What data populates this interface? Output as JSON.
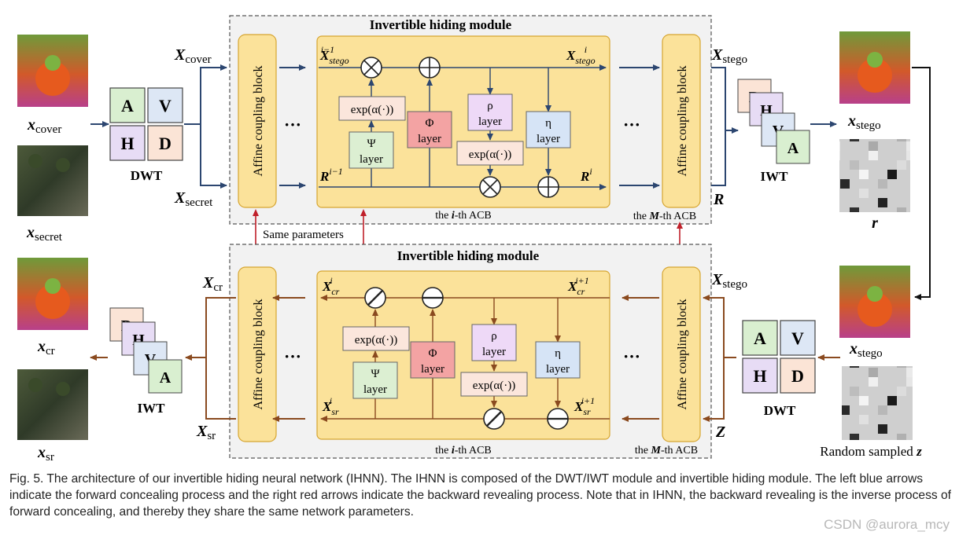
{
  "module_title": "Invertible hiding module",
  "acb_label": "Affine coupling block",
  "ellipsis": "···",
  "same_parameters": "Same parameters",
  "forward": {
    "input_cover_label": "X",
    "input_cover_sub": "cover",
    "input_secret_label": "X",
    "input_secret_sub": "secret",
    "image_cover_label": "x",
    "image_cover_sub": "cover",
    "image_secret_label": "x",
    "image_secret_sub": "secret",
    "dwt_caption": "DWT",
    "subbands": [
      "A",
      "V",
      "H",
      "D"
    ],
    "acb_i_caption_pre": "the ",
    "acb_i_caption_i": "i",
    "acb_i_caption_post": "-th ACB",
    "acb_m_caption_pre": "the ",
    "acb_m_caption_m": "M",
    "acb_m_caption_post": "-th ACB",
    "stego_in": {
      "base": "X",
      "sub": "stego",
      "sup": "i−1"
    },
    "stego_out": {
      "base": "X",
      "sub": "stego",
      "sup": "i"
    },
    "r_in": {
      "base": "R",
      "sup": "i−1"
    },
    "r_out": {
      "base": "R",
      "sup": "i"
    },
    "exp_label": "exp(α(·))",
    "psi_label": [
      "Ψ",
      "layer"
    ],
    "phi_label": [
      "Φ",
      "layer"
    ],
    "rho_label": [
      "ρ",
      "layer"
    ],
    "eta_label": [
      "η",
      "layer"
    ],
    "out_stego": {
      "base": "X",
      "sub": "stego"
    },
    "out_r": "R",
    "iwt_caption": "IWT",
    "iwt_letters": [
      "D",
      "H",
      "V",
      "A"
    ],
    "image_stego_label": "x",
    "image_stego_sub": "stego",
    "noise_label": "r"
  },
  "backward": {
    "out_cr": {
      "base": "X",
      "sub": "cr"
    },
    "out_sr": {
      "base": "X",
      "sub": "sr"
    },
    "cr_in": {
      "base": "X",
      "sub": "cr",
      "sup": "i"
    },
    "cr_out": {
      "base": "X",
      "sub": "cr",
      "sup": "i+1"
    },
    "sr_in": {
      "base": "X",
      "sub": "sr",
      "sup": "i"
    },
    "sr_out": {
      "base": "X",
      "sub": "sr",
      "sup": "i+1"
    },
    "in_stego": {
      "base": "X",
      "sub": "stego"
    },
    "in_z": "Z",
    "iwt_caption": "IWT",
    "iwt_letters": [
      "D",
      "H",
      "V",
      "A"
    ],
    "dwt_caption": "DWT",
    "subbands": [
      "A",
      "V",
      "H",
      "D"
    ],
    "image_cr_label": "x",
    "image_cr_sub": "cr",
    "image_sr_label": "x",
    "image_sr_sub": "sr",
    "image_stego_label": "x",
    "image_stego_sub": "stego",
    "random_label": "Random sampled ",
    "random_var": "z"
  },
  "caption": "Fig. 5. The architecture of our invertible hiding neural network (IHNN). The IHNN is composed of the DWT/IWT module and invertible hiding module. The left blue arrows indicate the forward concealing process and the right red arrows indicate the backward revealing process. Note that in IHNN, the backward revealing is the inverse process of forward concealing, and thereby they share the same network parameters.",
  "watermark": "CSDN @aurora_mcy",
  "colors": {
    "forward_arrow": "#2c4670",
    "backward_arrow": "#8a4a1f",
    "shared_param_arrow": "#c0202a",
    "acb_fill": "#fbe29a",
    "acb_stroke": "#d6a531",
    "module_fill": "#f2f2f2",
    "band_A": "#d9efd0",
    "band_V": "#dde7f5",
    "band_H": "#e7dcf5",
    "band_D": "#fbe4d6",
    "exp_fill": "#fbe6dc",
    "psi_fill": "#dcefd2",
    "phi_fill": "#f3a3a3",
    "rho_fill": "#eed9f7",
    "eta_fill": "#d6e4f6"
  }
}
